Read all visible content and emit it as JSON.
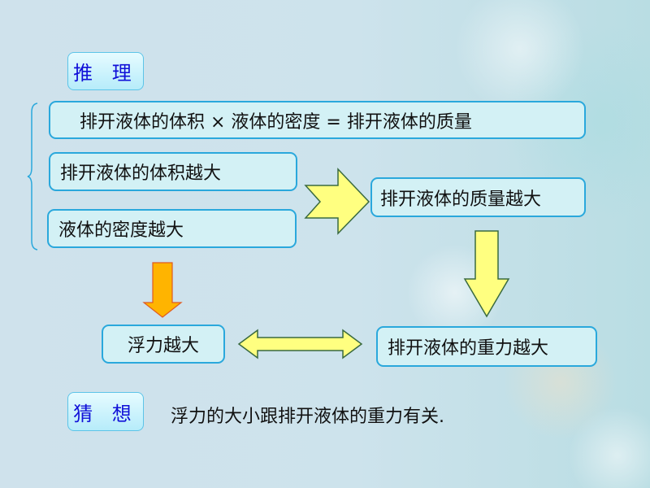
{
  "reasoning_tag": "推 理",
  "formula": "排开液体的体积 × 液体的密度 = 排开液体的质量",
  "volume_larger": "排开液体的体积越大",
  "density_larger": "液体的密度越大",
  "mass_larger": "排开液体的质量越大",
  "buoyancy_larger": "浮力越大",
  "weight_larger": "排开液体的重力越大",
  "guess_tag": "猜 想",
  "guess_text": "浮力的大小跟排开液体的重力有关.",
  "colors": {
    "box_border": "#2aa8dc",
    "box_fill": "#d3f1f5",
    "tag_text": "#1010d8",
    "arrow_yellow": "#ffff80",
    "arrow_orange": "#ffb400"
  }
}
